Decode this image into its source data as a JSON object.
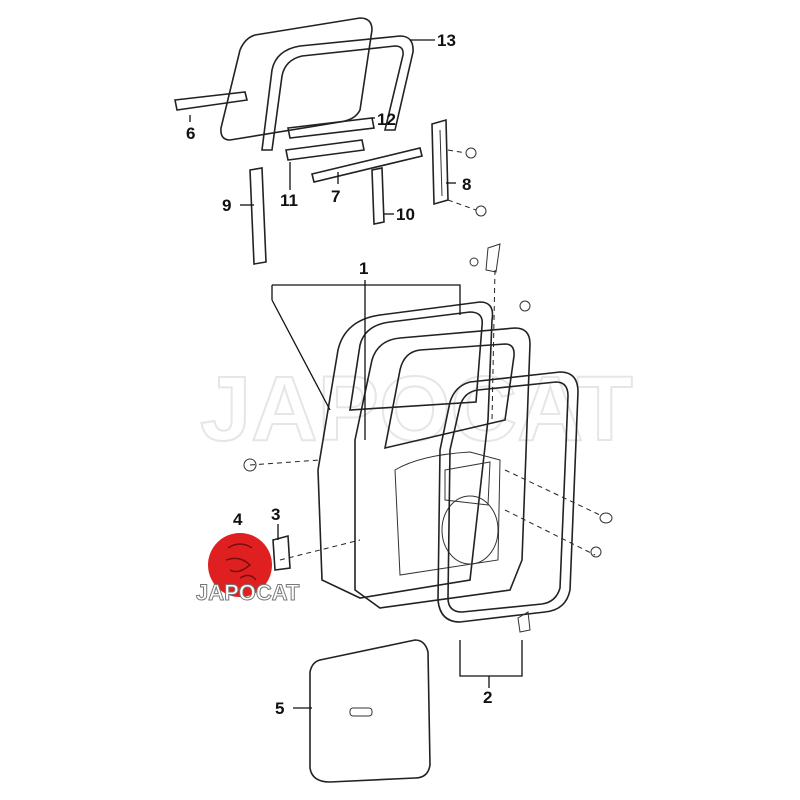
{
  "diagram": {
    "title": "Rear door parts diagram",
    "watermark": "JAPOCAT",
    "logo": {
      "text": "JAPOCAT",
      "color": "#e02020"
    },
    "callouts": [
      {
        "id": "13",
        "label": "13"
      },
      {
        "id": "6",
        "label": "6"
      },
      {
        "id": "12",
        "label": "12"
      },
      {
        "id": "11",
        "label": "11"
      },
      {
        "id": "7",
        "label": "7"
      },
      {
        "id": "8",
        "label": "8"
      },
      {
        "id": "9",
        "label": "9"
      },
      {
        "id": "10",
        "label": "10"
      },
      {
        "id": "1",
        "label": "1"
      },
      {
        "id": "4",
        "label": "4"
      },
      {
        "id": "3",
        "label": "3"
      },
      {
        "id": "2",
        "label": "2"
      },
      {
        "id": "5",
        "label": "5"
      }
    ]
  }
}
